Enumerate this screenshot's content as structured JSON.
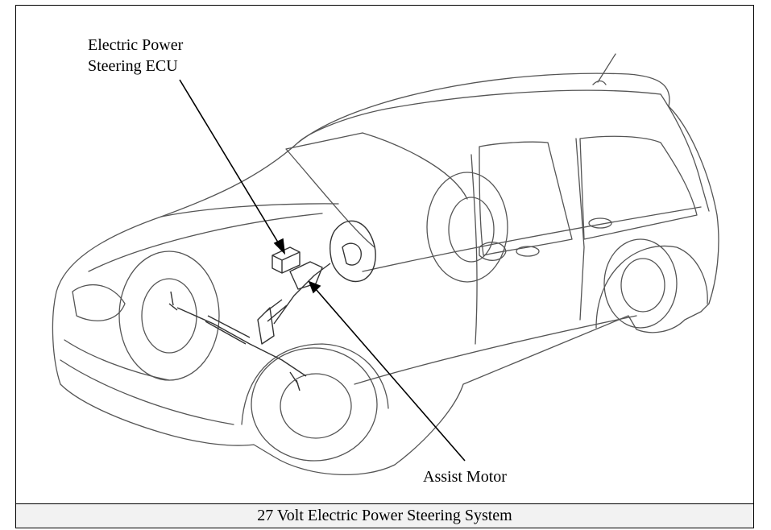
{
  "labels": {
    "ecu": "Electric Power\nSteering ECU",
    "motor": "Assist Motor"
  },
  "caption": "27 Volt Electric Power Steering System",
  "colors": {
    "line": "#555555",
    "text": "#000000",
    "caption_bg": "#f2f2f2"
  }
}
